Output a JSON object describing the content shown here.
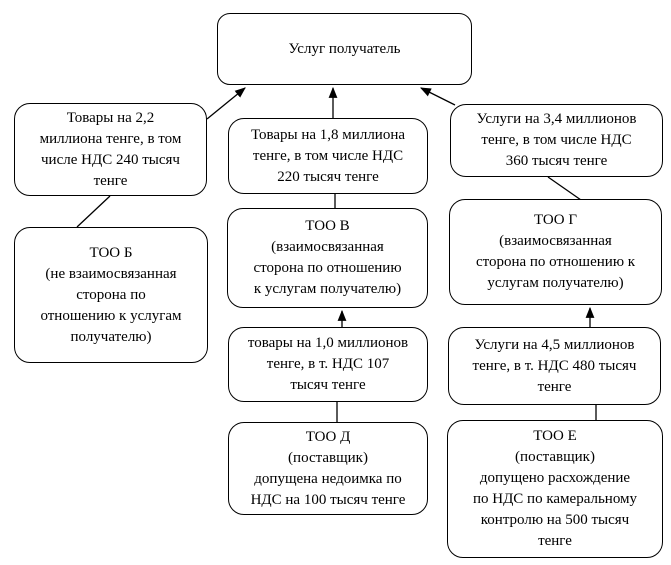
{
  "diagram": {
    "type": "flowchart",
    "colors": {
      "border": "#000000",
      "background": "#ffffff",
      "text": "#000000"
    },
    "nodes": {
      "recipient": {
        "lines": [
          "Услуг получатель"
        ]
      },
      "goods_b": {
        "lines": [
          "Товары на 2,2",
          "миллиона тенге, в том",
          "числе НДС 240 тысяч",
          "тенге"
        ]
      },
      "goods_v": {
        "lines": [
          "Товары на 1,8 миллиона",
          "тенге, в том числе НДС",
          "220 тысяч тенге"
        ]
      },
      "services_g": {
        "lines": [
          "Услуги на 3,4 миллионов",
          "тенге, в том числе НДС",
          "360 тысяч тенге"
        ]
      },
      "too_b": {
        "lines": [
          "ТОО Б",
          "(не взаимосвязанная",
          "сторона по",
          "отношению к услугам",
          "получателю)"
        ]
      },
      "too_v": {
        "lines": [
          "ТОО В",
          "(взаимосвязанная",
          "сторона по отношению",
          "к услугам получателю)"
        ]
      },
      "too_g": {
        "lines": [
          "ТОО Г",
          "(взаимосвязанная",
          "сторона по отношению к",
          "услугам получателю)"
        ]
      },
      "goods_d": {
        "lines": [
          "товары на 1,0 миллионов",
          "тенге, в т. НДС 107",
          "тысяч тенге"
        ]
      },
      "services_e": {
        "lines": [
          "Услуги на 4,5 миллионов",
          "тенге, в т. НДС 480 тысяч",
          "тенге"
        ]
      },
      "too_d": {
        "lines": [
          "ТОО Д",
          "(поставщик)",
          "допущена недоимка по",
          "НДС на 100 тысяч тенге"
        ]
      },
      "too_e": {
        "lines": [
          "ТОО Е",
          "(поставщик)",
          "допущено расхождение",
          "по НДС по камеральному",
          "контролю на 500 тысяч",
          "тенге"
        ]
      }
    },
    "edges": [
      {
        "from": "goods_b",
        "to": "recipient",
        "arrow": true
      },
      {
        "from": "goods_v",
        "to": "recipient",
        "arrow": true
      },
      {
        "from": "services_g",
        "to": "recipient",
        "arrow": true
      },
      {
        "from": "too_b",
        "to": "goods_b",
        "arrow": false
      },
      {
        "from": "too_v",
        "to": "goods_v",
        "arrow": false
      },
      {
        "from": "too_g",
        "to": "services_g",
        "arrow": false
      },
      {
        "from": "goods_d",
        "to": "too_v",
        "arrow": true
      },
      {
        "from": "services_e",
        "to": "too_g",
        "arrow": true
      },
      {
        "from": "too_d",
        "to": "goods_d",
        "arrow": false
      },
      {
        "from": "too_e",
        "to": "services_e",
        "arrow": false
      }
    ]
  }
}
